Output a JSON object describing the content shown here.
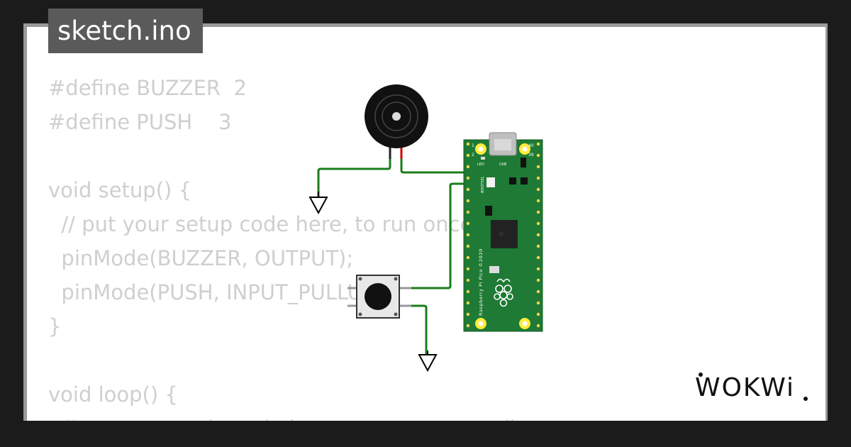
{
  "tab": {
    "filename": "sketch.ino"
  },
  "code": {
    "lines": [
      "#define BUZZER  2",
      "#define PUSH    3",
      "",
      "void setup() {",
      "  // put your setup code here, to run once:",
      "  pinMode(BUZZER, OUTPUT);",
      "  pinMode(PUSH, INPUT_PULLUP);",
      "}",
      "",
      "void loop() {",
      "  // put your main code here, to run repeatedly:"
    ]
  },
  "pico": {
    "label_led": "LED",
    "label_usb": "USB",
    "label_bootsel": "BOOTSEL",
    "label_vertical": "Raspberry Pi Pico ©2020",
    "pin_1": "1",
    "pin_2": "2",
    "pin_39": "39",
    "pin_40": "40"
  },
  "colors": {
    "background": "#1b1b1b",
    "card": "#ffffff",
    "tab": "#5a5a5a",
    "code_text": "#cfcfcf",
    "wire": "#1a7d1a",
    "board": "#1e7a34",
    "buzzer_red_lead": "#d00000"
  },
  "logo": {
    "text": "WOKWi"
  }
}
